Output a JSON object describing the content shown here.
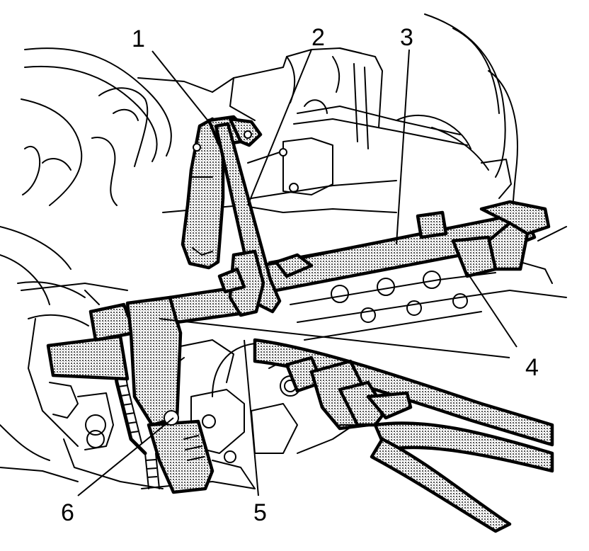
{
  "callouts": [
    {
      "id": "1",
      "label": "1"
    },
    {
      "id": "2",
      "label": "2"
    },
    {
      "id": "3",
      "label": "3"
    },
    {
      "id": "4",
      "label": "4"
    },
    {
      "id": "5",
      "label": "5"
    },
    {
      "id": "6",
      "label": "6"
    }
  ],
  "colors": {
    "line": "#000000",
    "background": "#ffffff",
    "tool_fill": "stipple-gray"
  }
}
